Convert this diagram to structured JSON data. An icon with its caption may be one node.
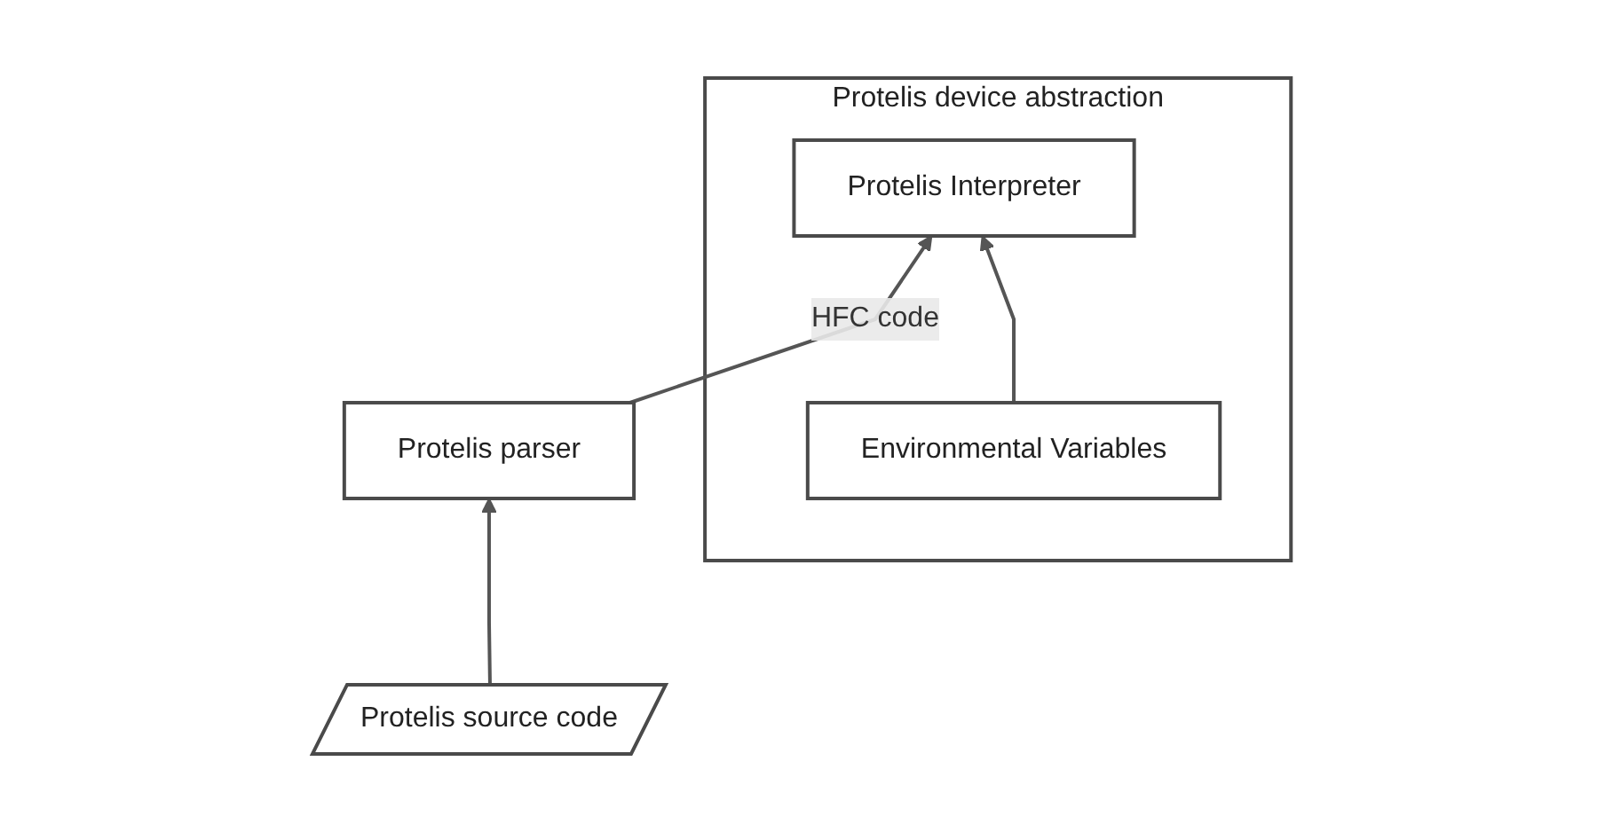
{
  "diagram": {
    "nodes": [
      {
        "text": [
          "Protelis parser"
        ]
      },
      {
        "text": [
          "Protelis source code"
        ]
      },
      {
        "text": [
          "Protelis device abstraction"
        ]
      },
      {
        "text": [
          "Protelis Interpreter"
        ],
        "in": 2
      },
      {
        "text": [
          "Environmental Variables"
        ],
        "in": 2
      }
    ],
    "edges": [
      {
        "from": 1,
        "to": 0,
        "arrow": "to"
      },
      {
        "from": 0,
        "to": 3,
        "label": "HFC code",
        "arrow": "to"
      },
      {
        "from": 4,
        "to": 3,
        "arrow": "to"
      }
    ]
  }
}
